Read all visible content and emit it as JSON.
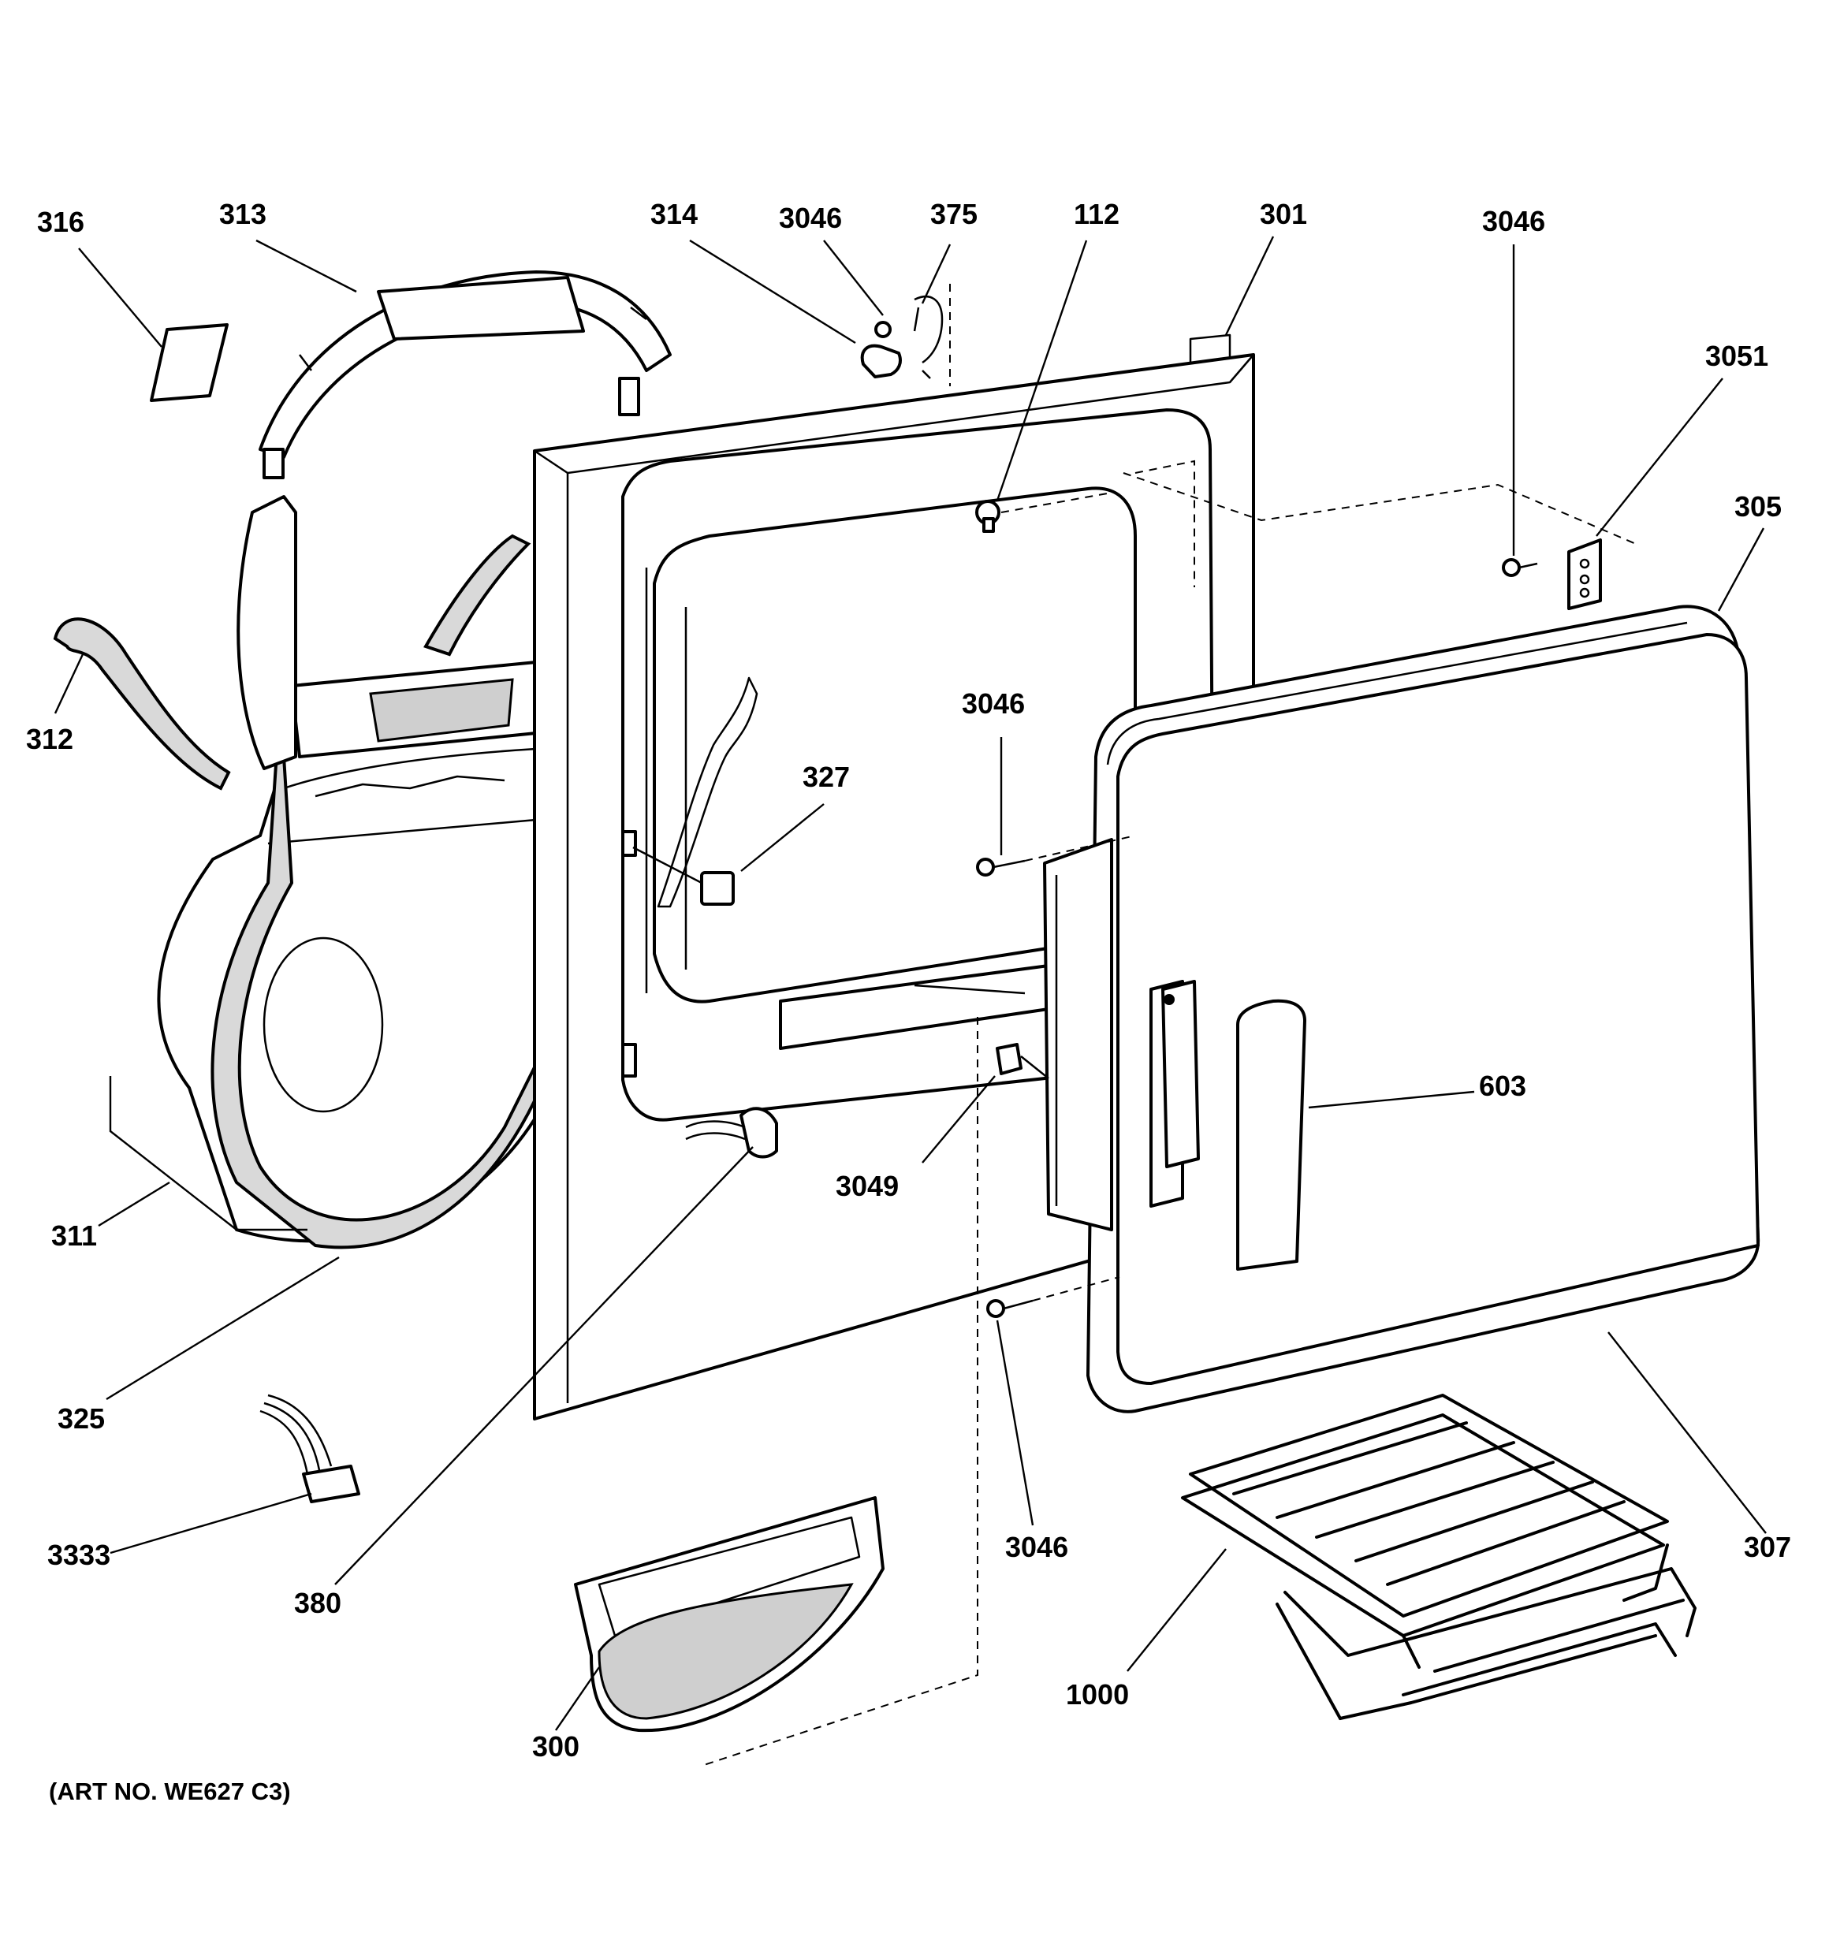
{
  "diagram": {
    "labels": {
      "p316": "316",
      "p313": "313",
      "p314": "314",
      "p3046_top": "3046",
      "p375": "375",
      "p112": "112",
      "p301": "301",
      "p3046_right": "3046",
      "p3051": "3051",
      "p305": "305",
      "p312": "312",
      "p3046_mid": "3046",
      "p327": "327",
      "p603": "603",
      "p3049": "3049",
      "p311": "311",
      "p325": "325",
      "p3333": "3333",
      "p380": "380",
      "p3046_bottom": "3046",
      "p307": "307",
      "p1000": "1000",
      "p300": "300"
    },
    "art_number": "(ART NO. WE627 C3)"
  }
}
